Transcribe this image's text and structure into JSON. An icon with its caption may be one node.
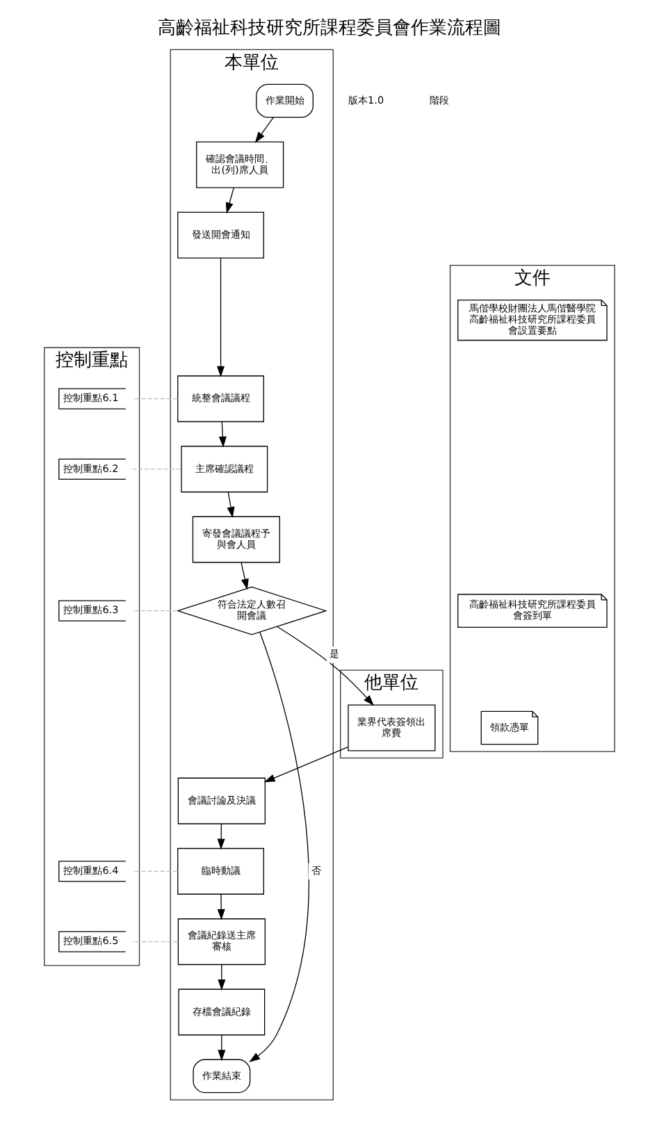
{
  "diagram": {
    "title": "高齡福祉科技研究所課程委員會作業流程圖",
    "nodes": [
      {
        "text": [
          "本單位"
        ]
      },
      {
        "text": [
          "他單位"
        ]
      },
      {
        "text": [
          "控制重點"
        ]
      },
      {
        "text": [
          "文件"
        ]
      },
      {
        "text": [
          "作業開始"
        ],
        "in": 0
      },
      {
        "text": [
          "確認會議時間、出(列)席人員"
        ],
        "in": 0
      },
      {
        "text": [
          "發送開會通知"
        ],
        "in": 0
      },
      {
        "text": [
          "統整會議議程"
        ],
        "in": 0
      },
      {
        "text": [
          "主席確認議程"
        ],
        "in": 0
      },
      {
        "text": [
          "寄發會議議程予與會人員"
        ],
        "in": 0
      },
      {
        "text": [
          "符合法定人數召開會議"
        ],
        "in": 0
      },
      {
        "text": [
          "會議討論及決議"
        ],
        "in": 0
      },
      {
        "text": [
          "臨時動議"
        ],
        "in": 0
      },
      {
        "text": [
          "會議紀錄送主席審核"
        ],
        "in": 0
      },
      {
        "text": [
          "存檔會議紀錄"
        ],
        "in": 0
      },
      {
        "text": [
          "作業結束"
        ],
        "in": 0
      },
      {
        "text": [
          "業界代表簽領出席費"
        ],
        "in": 1
      },
      {
        "text": [
          "控制重點6.1"
        ],
        "in": 2
      },
      {
        "text": [
          "控制重點6.2"
        ],
        "in": 2
      },
      {
        "text": [
          "控制重點6.3"
        ],
        "in": 2
      },
      {
        "text": [
          "控制重點6.4"
        ],
        "in": 2
      },
      {
        "text": [
          "控制重點6.5"
        ],
        "in": 2
      },
      {
        "text": [
          "馬偕學校財團法人馬偕醫學院高齡福祉科技研究所課程委員會設置要點"
        ],
        "in": 3
      },
      {
        "text": [
          "高齡福祉科技研究所課程委員會簽到單"
        ],
        "in": 3
      },
      {
        "text": [
          "領款憑單"
        ],
        "in": 3
      }
    ],
    "edges": [
      {
        "from": 4,
        "to": 5,
        "arrow": "to"
      },
      {
        "from": 5,
        "to": 6,
        "arrow": "to"
      },
      {
        "from": 6,
        "to": 7,
        "arrow": "to"
      },
      {
        "from": 7,
        "to": 8,
        "arrow": "to"
      },
      {
        "from": 8,
        "to": 9,
        "arrow": "to"
      },
      {
        "from": 9,
        "to": 10,
        "arrow": "to"
      },
      {
        "from": 10,
        "to": 16,
        "arrow": "to",
        "label": "是"
      },
      {
        "from": 16,
        "to": 11,
        "arrow": "to"
      },
      {
        "from": 11,
        "to": 12,
        "arrow": "to"
      },
      {
        "from": 12,
        "to": 13,
        "arrow": "to"
      },
      {
        "from": 13,
        "to": 14,
        "arrow": "to"
      },
      {
        "from": 14,
        "to": 15,
        "arrow": "to"
      },
      {
        "from": 10,
        "to": 15,
        "arrow": "to",
        "label": "否"
      },
      {
        "from": 7,
        "to": 17,
        "arrow": "none",
        "style": "dashed",
        "color": "#bbbbbb"
      },
      {
        "from": 8,
        "to": 18,
        "arrow": "none",
        "style": "dashed",
        "color": "#bbbbbb"
      },
      {
        "from": 10,
        "to": 19,
        "arrow": "none",
        "style": "dashed",
        "color": "#bbbbbb"
      },
      {
        "from": 12,
        "to": 20,
        "arrow": "none",
        "style": "dashed",
        "color": "#bbbbbb"
      },
      {
        "from": 13,
        "to": 21,
        "arrow": "none",
        "style": "dashed",
        "color": "#bbbbbb"
      }
    ],
    "labels": [
      "版本1.0",
      "階段"
    ]
  }
}
